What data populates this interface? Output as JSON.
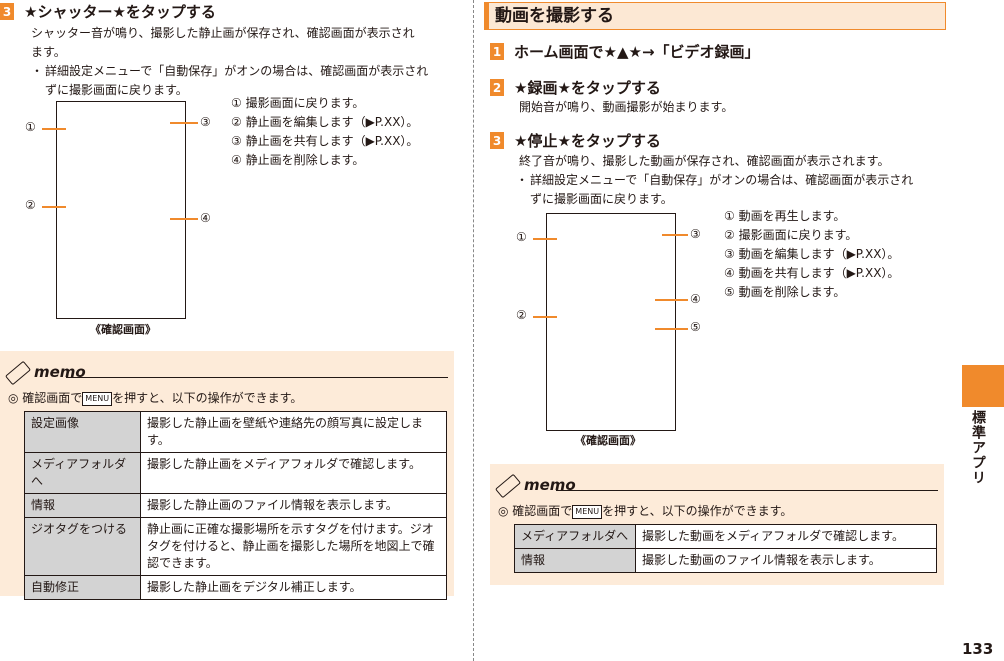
{
  "left": {
    "step3": {
      "num": "3",
      "title": "★シャッター★をタップする"
    },
    "para": [
      "シャッター音が鳴り、撮影した静止画が保存され、確認画面が表示され",
      "ます。"
    ],
    "bullet": [
      "詳細設定メニューで「自動保存」がオンの場合は、確認画面が表示され",
      "ずに撮影画面に戻ります。"
    ],
    "markers": [
      "①",
      "②",
      "③",
      "④"
    ],
    "legend": [
      "① 撮影画面に戻ります。",
      "② 静止画を編集します（▶P.XX）。",
      "③ 静止画を共有します（▶P.XX）。",
      "④ 静止画を削除します。"
    ],
    "caption": "《確認画面》",
    "memo": {
      "logo": "memo",
      "intro_pre": "◎ 確認画面で",
      "key": "MENU",
      "intro_post": "を押すと、以下の操作ができます。",
      "rows": [
        {
          "k": "設定画像",
          "v": "撮影した静止画を壁紙や連絡先の顔写真に設定します。"
        },
        {
          "k": "メディアフォルダへ",
          "v": "撮影した静止画をメディアフォルダで確認します。"
        },
        {
          "k": "情報",
          "v": "撮影した静止画のファイル情報を表示します。"
        },
        {
          "k": "ジオタグをつける",
          "v": "静止画に正確な撮影場所を示すタグを付けます。ジオタグを付けると、静止画を撮影した場所を地図上で確認できます。"
        },
        {
          "k": "自動修正",
          "v": "撮影した静止画をデジタル補正します。"
        }
      ]
    }
  },
  "right": {
    "section_title": "動画を撮影する",
    "step1": {
      "num": "1",
      "title": "ホーム画面で★▲★→「ビデオ録画」"
    },
    "step2": {
      "num": "2",
      "title": "★録画★をタップする"
    },
    "step2_text": "開始音が鳴り、動画撮影が始まります。",
    "step3": {
      "num": "3",
      "title": "★停止★をタップする"
    },
    "step3_text": "終了音が鳴り、撮影した動画が保存され、確認画面が表示されます。",
    "bullet": [
      "詳細設定メニューで「自動保存」がオンの場合は、確認画面が表示され",
      "ずに撮影画面に戻ります。"
    ],
    "markers": [
      "①",
      "②",
      "③",
      "④",
      "⑤"
    ],
    "legend": [
      "① 動画を再生します。",
      "② 撮影画面に戻ります。",
      "③ 動画を編集します（▶P.XX）。",
      "④ 動画を共有します（▶P.XX）。",
      "⑤ 動画を削除します。"
    ],
    "caption": "《確認画面》",
    "memo": {
      "logo": "memo",
      "intro_pre": "◎ 確認画面で",
      "key": "MENU",
      "intro_post": "を押すと、以下の操作ができます。",
      "rows": [
        {
          "k": "メディアフォルダへ",
          "v": "撮影した動画をメディアフォルダで確認します。"
        },
        {
          "k": "情報",
          "v": "撮影した動画のファイル情報を表示します。"
        }
      ]
    }
  },
  "side_label": "標準アプリ",
  "page_number": "133",
  "colors": {
    "accent": "#f08a2c",
    "memo_bg": "#fdebd9",
    "key_cell": "#d3d3d3"
  }
}
